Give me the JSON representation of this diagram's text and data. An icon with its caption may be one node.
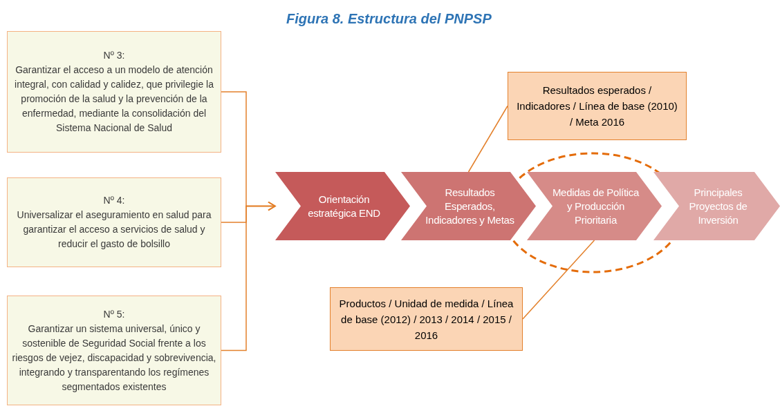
{
  "diagram": {
    "title": "Figura 8. Estructura del PNPSP",
    "nodes": [
      {
        "text": [
          "Nº 3:",
          "Garantizar el acceso a un modelo de atención integral, con calidad y calidez, que privilegie la promoción de la salud y la prevención de la enfermedad, mediante la consolidación del Sistema Nacional de Salud"
        ]
      },
      {
        "text": [
          "Nº 4:",
          "Universalizar el aseguramiento en salud para garantizar el acceso a servicios de salud y reducir el gasto de bolsillo"
        ]
      },
      {
        "text": [
          "Nº 5:",
          "Garantizar un sistema universal, único y sostenible de Seguridad Social frente a los riesgos de vejez, discapacidad y sobrevivencia, integrando y transparentando los regímenes segmentados existentes"
        ]
      },
      {
        "text": [
          "Orientación estratégica END"
        ]
      },
      {
        "text": [
          "Resultados Esperados, Indicadores y Metas"
        ]
      },
      {
        "text": [
          "Medidas de Política y Producción Prioritaria"
        ]
      },
      {
        "text": [
          "Principales Proyectos de Inversión"
        ]
      },
      {
        "text": [
          "Resultados esperados / Indicadores / Línea de base (2010) / Meta 2016"
        ]
      },
      {
        "text": [
          "Productos / Unidad de medida / Línea de base (2012) / 2013 / 2014 / 2015 / 2016"
        ]
      }
    ],
    "edges": [
      {
        "from": 0,
        "to": 3,
        "arrow": "to"
      },
      {
        "from": 1,
        "to": 3,
        "arrow": "to"
      },
      {
        "from": 2,
        "to": 3,
        "arrow": "to"
      },
      {
        "from": 7,
        "to": 4,
        "arrow": "none"
      },
      {
        "from": 8,
        "to": 5,
        "arrow": "none"
      }
    ]
  }
}
